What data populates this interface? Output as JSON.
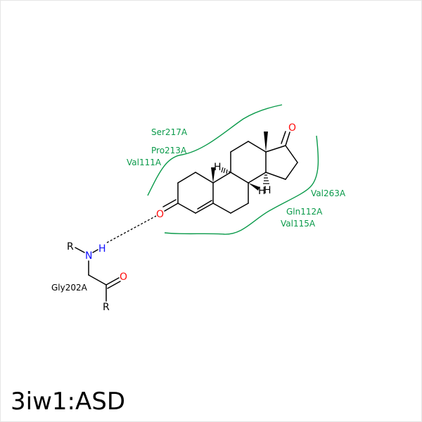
{
  "title": "3iw1:ASD",
  "colors": {
    "residue": "#0a9a4a",
    "oxygen": "#ff0d0d",
    "nitrogen": "#1010ff",
    "bond": "#000000"
  },
  "residues": {
    "ser217": "Ser217A",
    "pro213": "Pro213A",
    "val111": "Val111A",
    "val263": "Val263A",
    "gln112": "Gln112A",
    "val115": "Val115A",
    "gly202": "Gly202A"
  },
  "atoms": {
    "o3": "O",
    "o17": "O",
    "h9": "H",
    "h8": "H",
    "h14": "H",
    "r1": "R",
    "n": "N",
    "hn": "H",
    "o_gly": "O",
    "r2": "R"
  }
}
